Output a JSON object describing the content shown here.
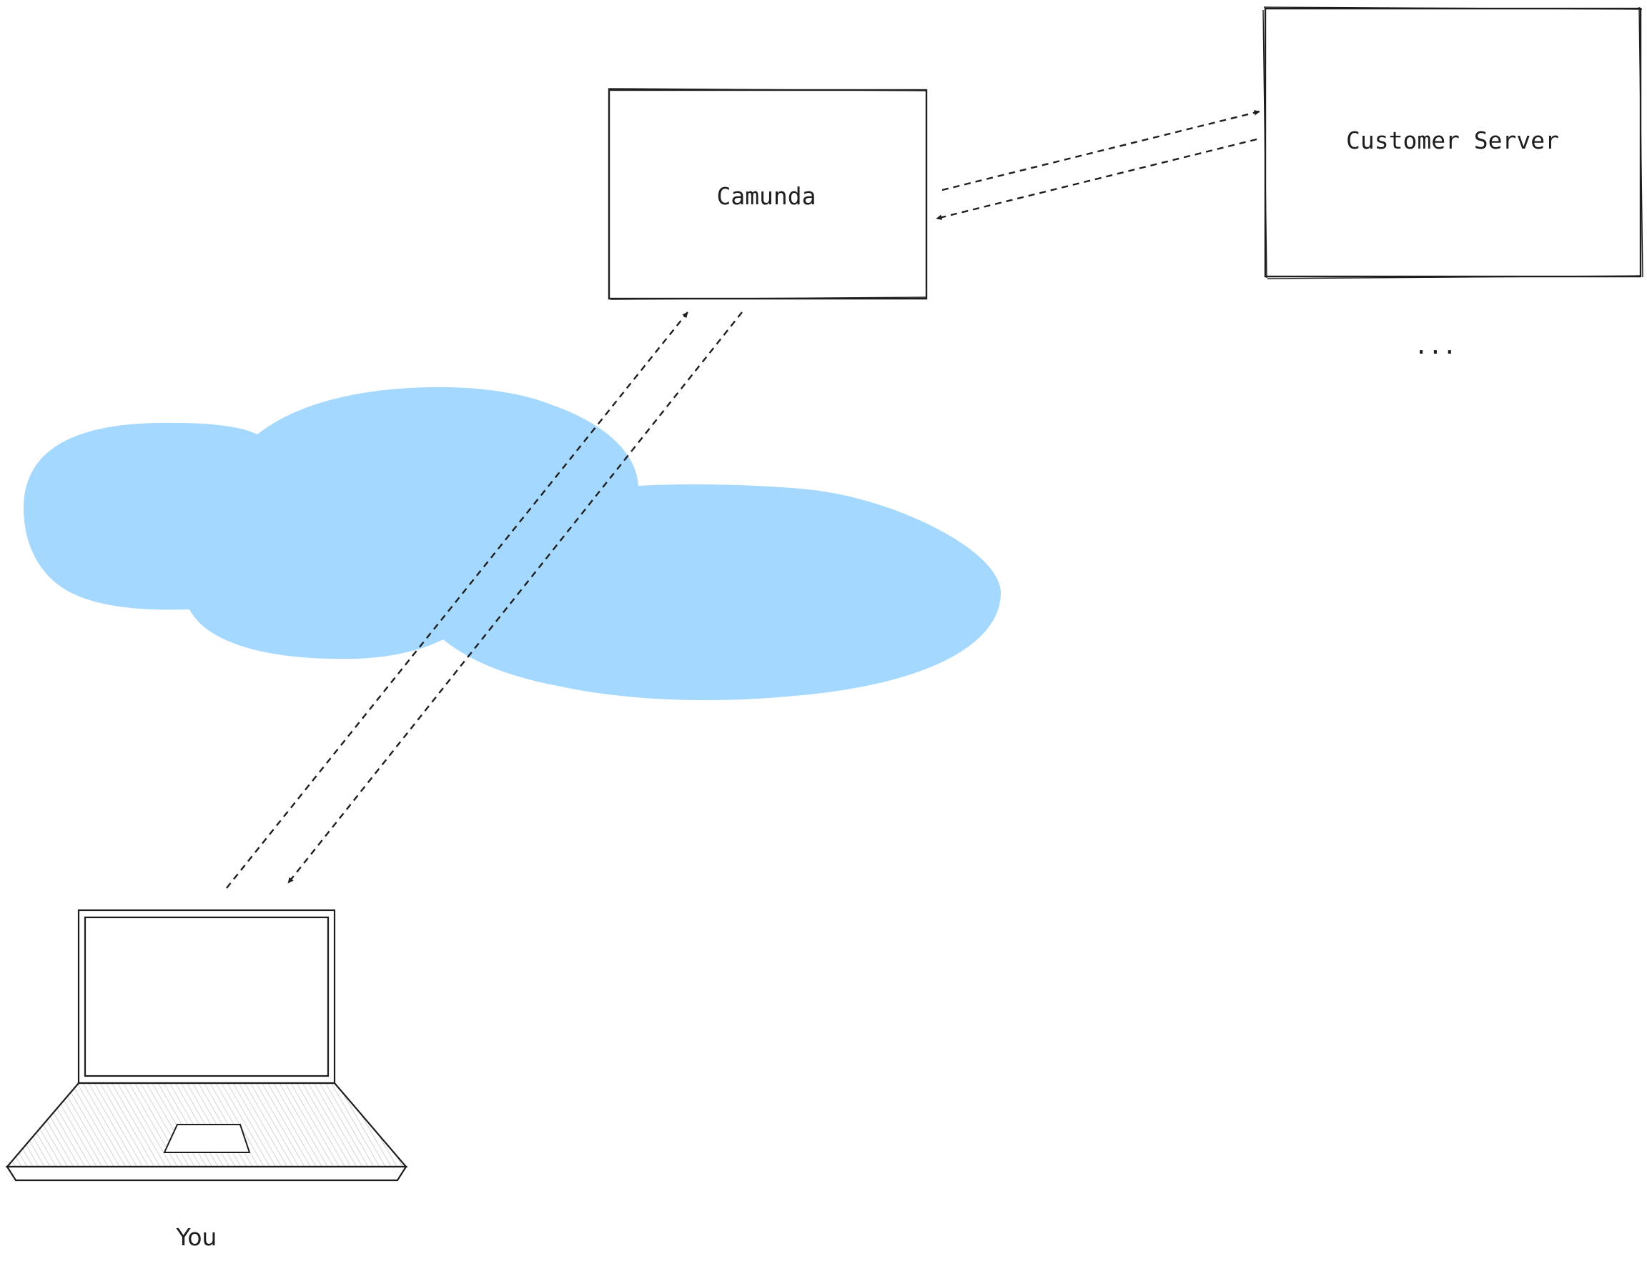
{
  "diagram": {
    "nodes": {
      "camunda": {
        "label": "Camunda"
      },
      "customer_server": {
        "label": "Customer Server"
      },
      "ellipsis": {
        "label": "..."
      },
      "you": {
        "label": "You"
      }
    },
    "cloud": {
      "color": "#a5d8ff",
      "label": ""
    },
    "edges": [
      {
        "from": "camunda",
        "to": "customer_server",
        "style": "dashed",
        "arrow": "end"
      },
      {
        "from": "customer_server",
        "to": "camunda",
        "style": "dashed",
        "arrow": "end"
      },
      {
        "from": "you",
        "to": "camunda",
        "style": "dashed",
        "arrow": "end"
      },
      {
        "from": "camunda",
        "to": "you",
        "style": "dashed",
        "arrow": "end"
      }
    ],
    "colors": {
      "stroke": "#1e1e1e",
      "background": "#ffffff",
      "cloud": "#a5d8ff"
    }
  }
}
